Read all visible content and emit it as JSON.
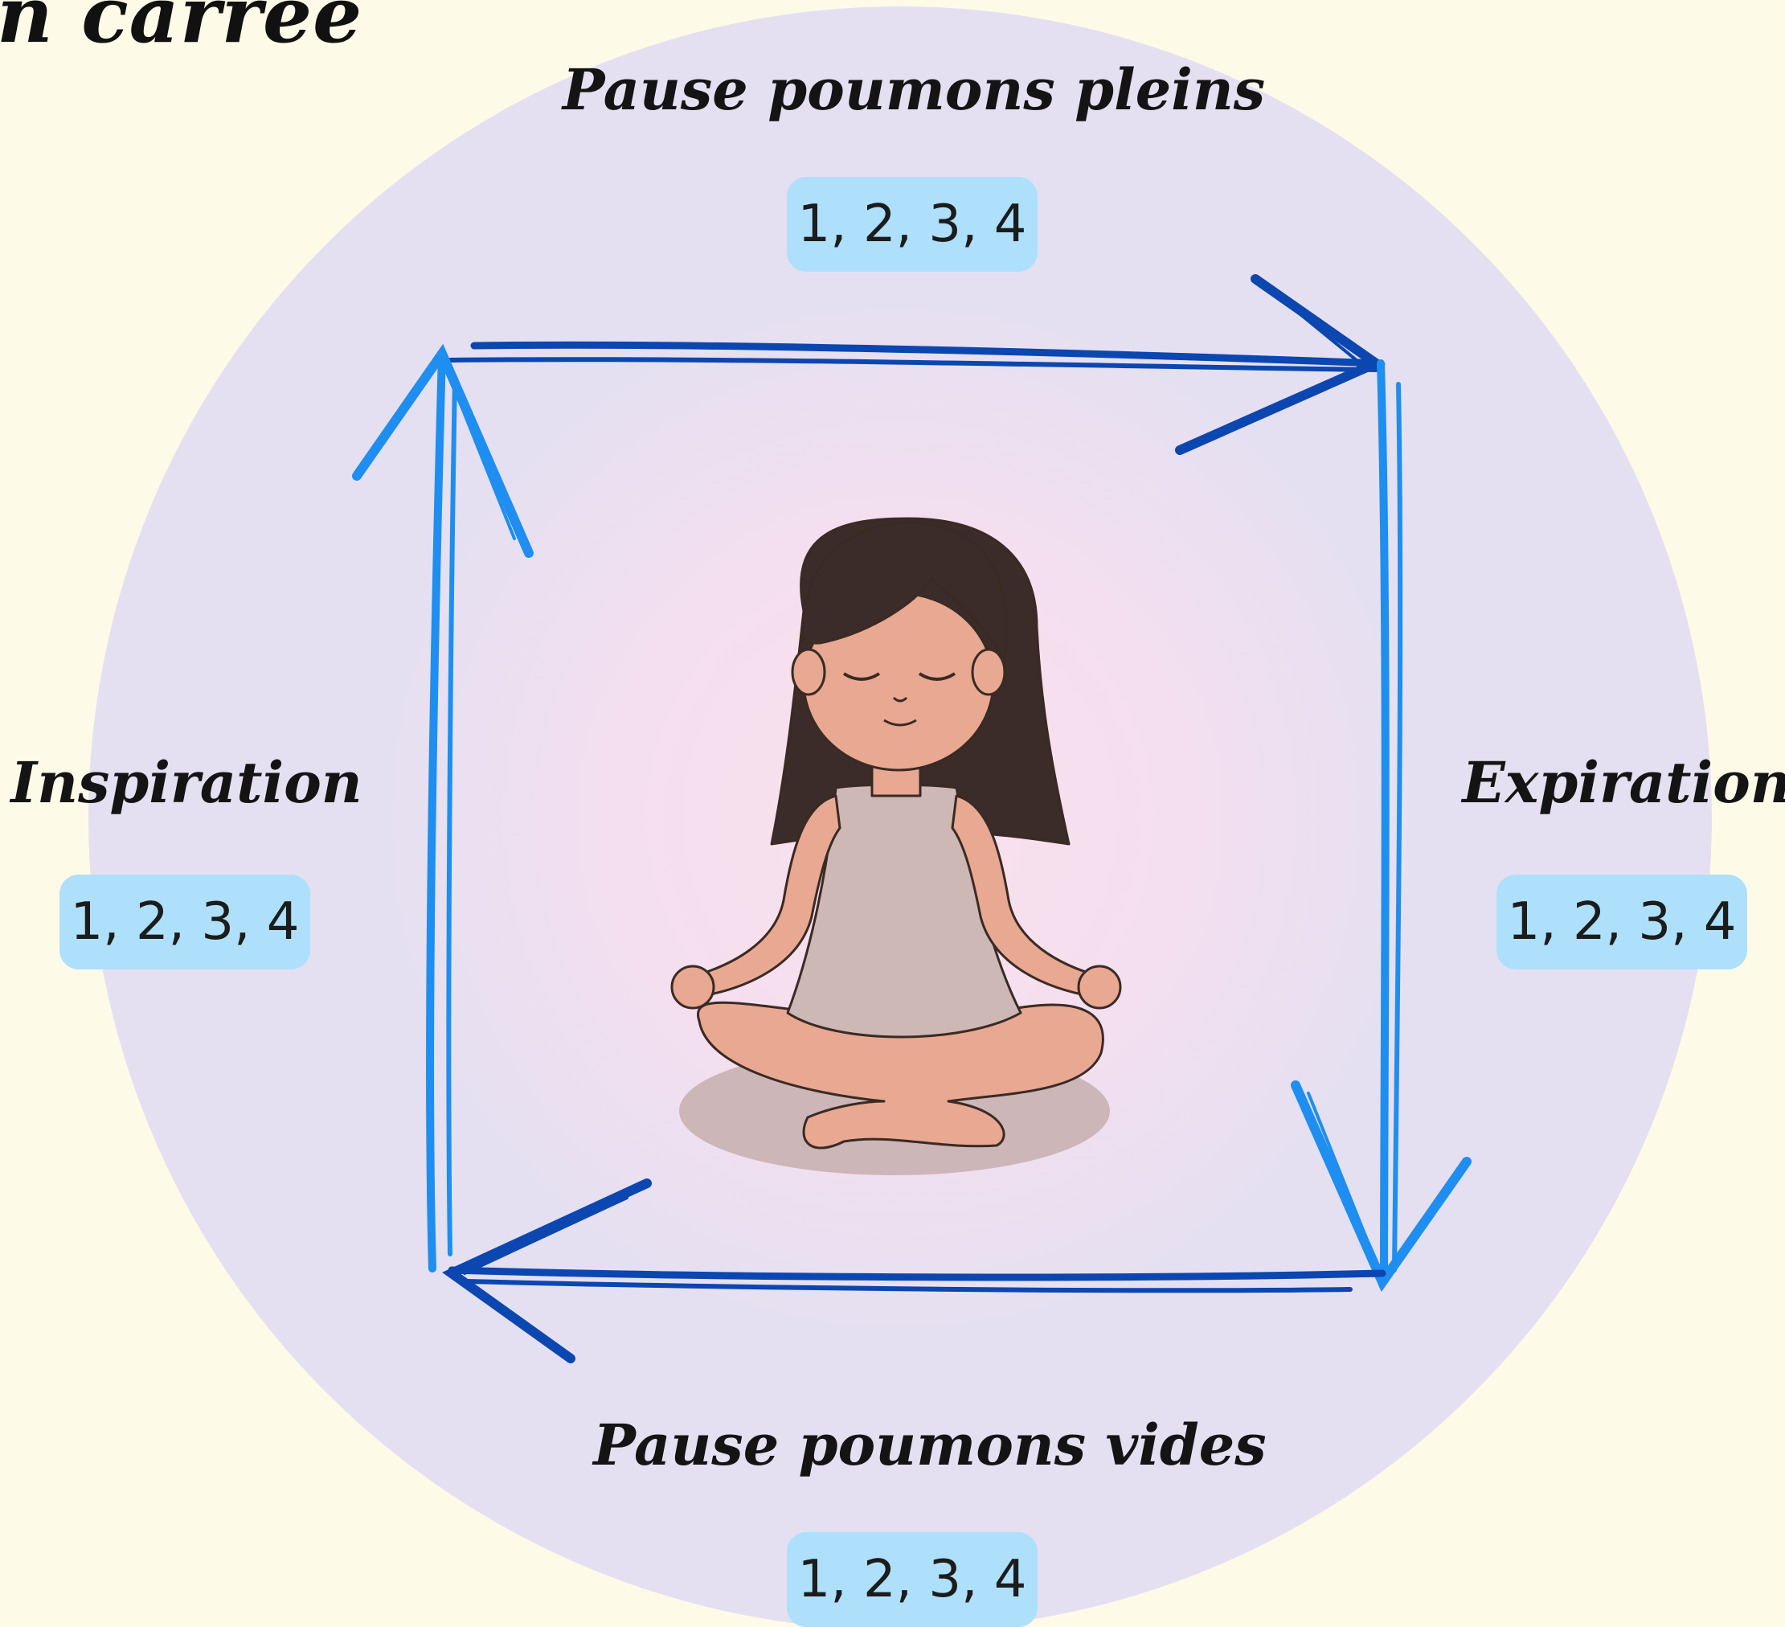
{
  "title_fragment": "n carrée",
  "steps": {
    "top": {
      "label": "Pause poumons pleins",
      "count": "1, 2, 3, 4"
    },
    "right": {
      "label": "Expiration",
      "count": "1, 2, 3, 4"
    },
    "bottom": {
      "label": "Pause poumons vides",
      "count": "1, 2, 3, 4"
    },
    "left": {
      "label": "Inspiration",
      "count": "1, 2, 3, 4"
    }
  },
  "colors": {
    "background": "#fefae8",
    "outer_circle": "#e5e0f1",
    "inner_glow": "#f6dcef",
    "count_badge": "#aee0fb",
    "arrow_light": "#1e8ef0",
    "arrow_dark": "#0c46b0"
  },
  "illustration": "girl-meditating-lotus-pose"
}
